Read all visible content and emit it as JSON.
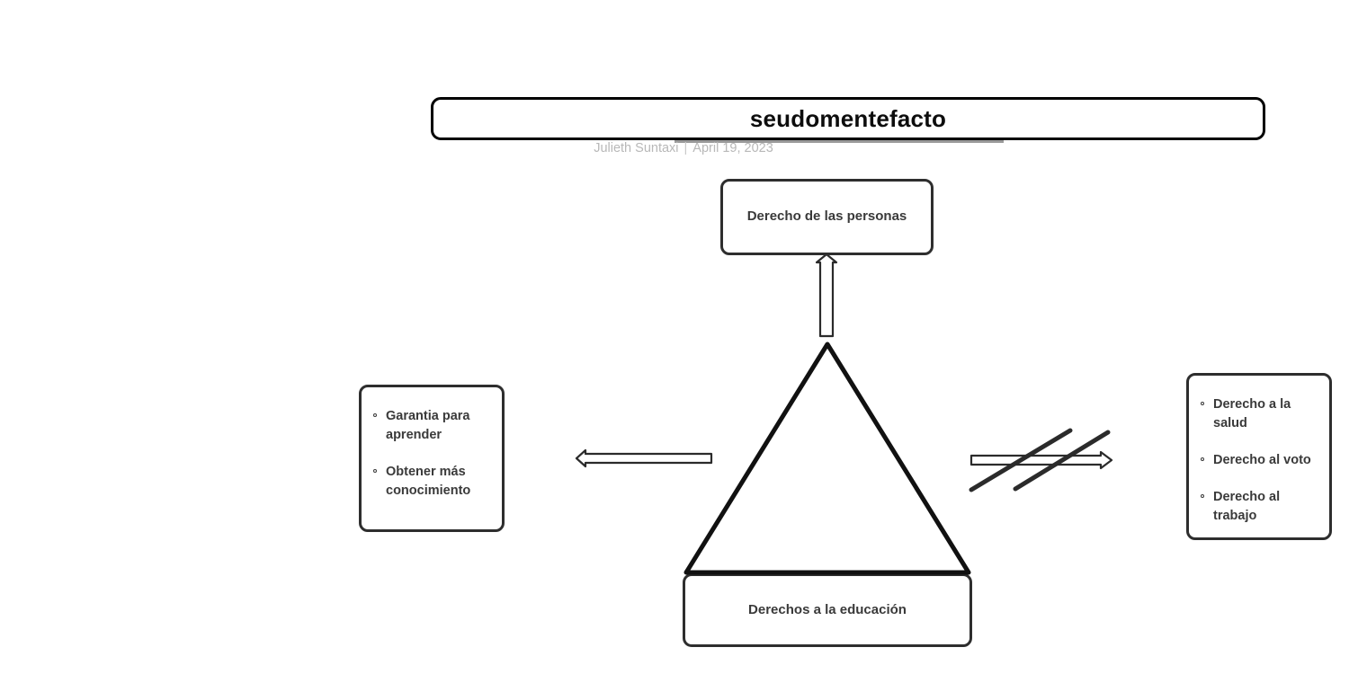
{
  "document": {
    "title": "seudomentefacto",
    "author": "Julieth Suntaxi",
    "separator": "|",
    "date": "April 19, 2023"
  },
  "diagram": {
    "type": "mentefacto-conceptual",
    "nodes": {
      "top": {
        "name": "supraordinada",
        "label": "Derecho de las personas"
      },
      "bottom": {
        "name": "isoordinada",
        "label": "Derechos a la educación"
      },
      "left": {
        "name": "infraordinada",
        "items": [
          "Garantia para aprender",
          "Obtener más conocimiento"
        ]
      },
      "right": {
        "name": "exclusion",
        "items": [
          "Derecho a la salud",
          "Derecho al voto",
          "Derecho al trabajo"
        ]
      }
    },
    "connectors": {
      "top": {
        "name": "arrow-up",
        "direction": "up",
        "style": "outlined-double-line"
      },
      "left": {
        "name": "arrow-left",
        "direction": "left",
        "style": "outlined-double-line"
      },
      "right": {
        "name": "arrow-right-negated",
        "direction": "right",
        "style": "outlined-double-line-with-double-slash"
      }
    },
    "central_shape": {
      "name": "triangle",
      "apex": [
        920,
        382
      ],
      "base_left": [
        762,
        638
      ],
      "base_right": [
        1078,
        638
      ]
    }
  },
  "colors": {
    "title_border": "#000000",
    "title_text": "#0d0d0d",
    "subtitle_text": "#b8b8b8",
    "node_border": "#2e2e2e",
    "node_text": "#3a3a3a",
    "stroke": "#1a1a1a",
    "background": "#ffffff"
  }
}
